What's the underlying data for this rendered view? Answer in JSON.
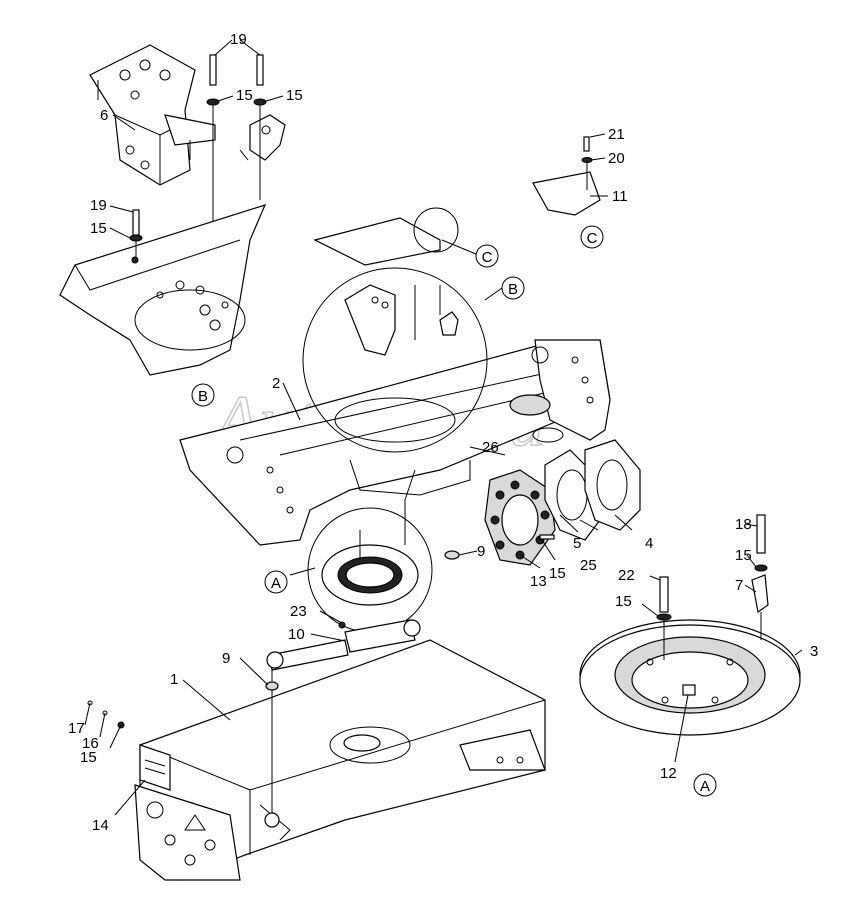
{
  "watermark": "AutoSoft.ru",
  "callouts": {
    "n1": "1",
    "n2": "2",
    "n3": "3",
    "n4": "4",
    "n5": "5",
    "n6": "6",
    "n7": "7",
    "n9a": "9",
    "n9b": "9",
    "n10": "10",
    "n11": "11",
    "n12": "12",
    "n13": "13",
    "n14": "14",
    "n15a": "15",
    "n15b": "15",
    "n15c": "15",
    "n15d": "15",
    "n15e": "15",
    "n15f": "15",
    "n15g": "15",
    "n16": "16",
    "n17": "17",
    "n18": "18",
    "n19a": "19",
    "n19b": "19",
    "n20": "20",
    "n21": "21",
    "n22": "22",
    "n23": "23",
    "n25": "25",
    "n26": "26"
  },
  "view_labels": {
    "a1": "A",
    "a2": "A",
    "b1": "B",
    "b2": "B",
    "c1": "C",
    "c2": "C"
  }
}
